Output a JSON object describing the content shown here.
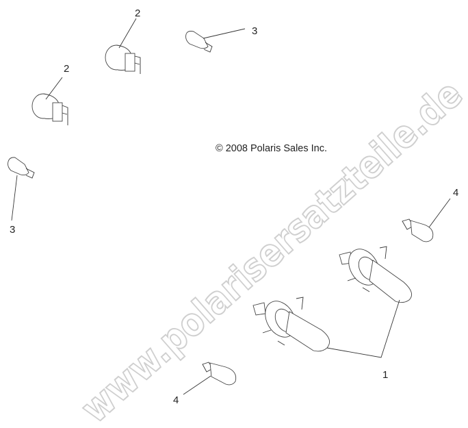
{
  "copyright": "© 2008 Polaris Sales Inc.",
  "watermark": "www.polarisersatzteile.de",
  "callouts": {
    "c2a": "2",
    "c2b": "2",
    "c3a": "3",
    "c3b": "3",
    "c4a": "4",
    "c4b": "4",
    "c1": "1"
  }
}
